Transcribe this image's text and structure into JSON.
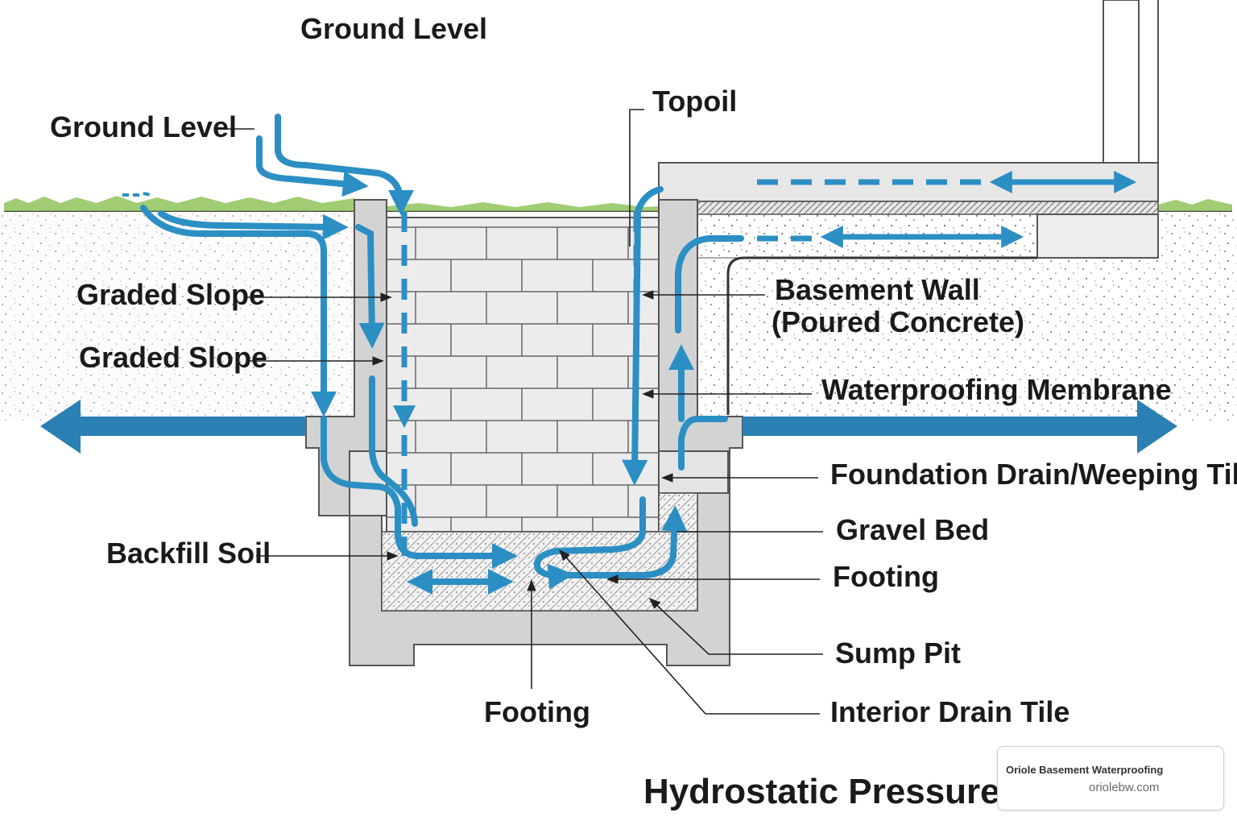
{
  "title": "Hydrostatic Pressure",
  "labels": {
    "ground_level_top": "Ground Level",
    "ground_level_left": "Ground Level",
    "topsoil": "Topoil",
    "graded_slope_1": "Graded Slope",
    "graded_slope_2": "Graded Slope",
    "basement_wall_line1": "Basement Wall",
    "basement_wall_line2": "(Poured Concrete)",
    "waterproofing_membrane": "Waterproofing Membrane",
    "foundation_drain": "Foundation Drain/Weeping Tile",
    "gravel_bed": "Gravel Bed",
    "footing_right": "Footing",
    "backfill_soil": "Backfill Soil",
    "sump_pit": "Sump Pit",
    "footing_bottom": "Footing",
    "interior_drain_tile": "Interior Drain Tile"
  },
  "badge": {
    "name": "Oriole Basement Waterproofing",
    "site": "oriolebw.com"
  },
  "colors": {
    "water": "#2b8fc4",
    "water_dark": "#2a7fb3",
    "grass": "#8fc45a",
    "concrete": "#d3d3d3",
    "block": "#e8e8e8",
    "line": "#222222"
  }
}
